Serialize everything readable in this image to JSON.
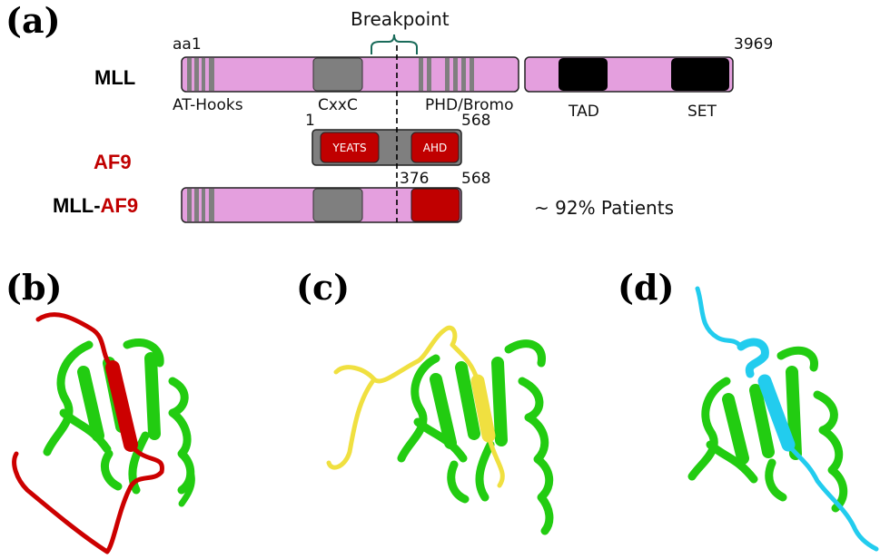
{
  "panels": {
    "a": "(a)",
    "b": "(b)",
    "c": "(c)",
    "d": "(d)"
  },
  "breakpoint_label": "Breakpoint",
  "mll": {
    "name": "MLL",
    "start_label": "aa1",
    "end_label": "3969",
    "domains": [
      "AT-Hooks",
      "CxxC",
      "PHD/Bromo",
      "TAD",
      "SET"
    ]
  },
  "af9": {
    "name": "AF9",
    "start_label": "1",
    "end_label": "568",
    "domains": [
      "YEATS",
      "AHD"
    ]
  },
  "fusion": {
    "name_part1": "MLL-",
    "name_part2": "AF9",
    "junction_label": "376",
    "end_label": "568",
    "patients_label": "~ 92% Patients"
  },
  "colors": {
    "mll_pink": "#e49fde",
    "grey_domain": "#7f7f7f",
    "af9_red": "#c00000",
    "black_domain": "#000000",
    "structure_green": "#22cc11",
    "peptide_red": "#cc0000",
    "peptide_yellow": "#f0e040",
    "peptide_cyan": "#22ccee",
    "bracket_teal": "#1a6b5a"
  }
}
